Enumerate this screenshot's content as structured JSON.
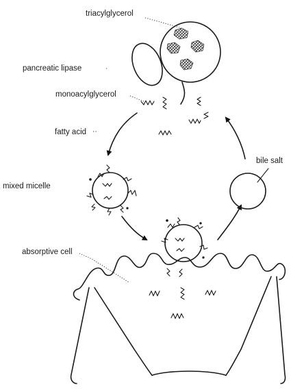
{
  "labels": {
    "triacylglycerol": "triacylglycerol",
    "pancreatic_lipase": "pancreatic lipase",
    "monoacylglycerol": "monoacylglycerol",
    "fatty_acid": "fatty acid",
    "bile_salt": "bile salt",
    "mixed_micelle": "mixed micelle",
    "absorptive_cell": "absorptive cell"
  },
  "colors": {
    "ink": "#1a1a1a",
    "background": "#ffffff"
  }
}
